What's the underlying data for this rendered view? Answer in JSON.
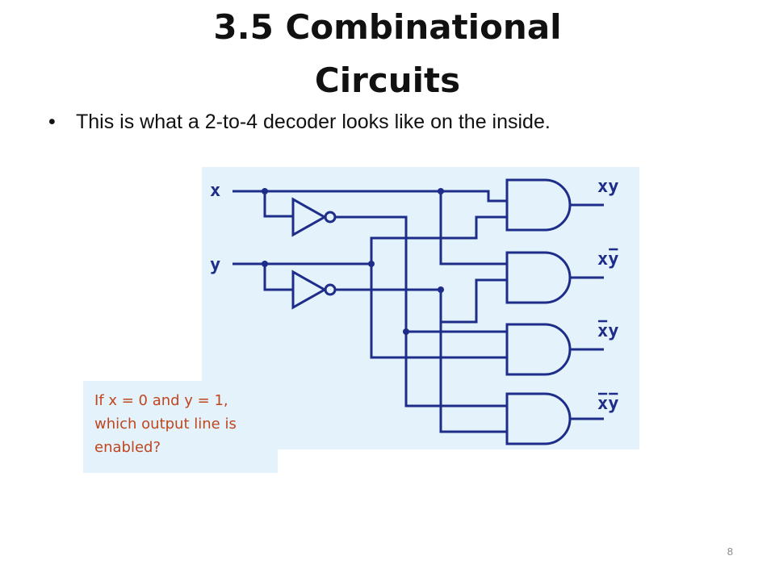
{
  "slide": {
    "title_line_1": "3.5 Combinational",
    "title_line_2": "Circuits",
    "bullet_marker": "•",
    "bullet_text": "This is what a 2-to-4 decoder looks like on the inside.",
    "page_number": "8"
  },
  "diagram": {
    "input_x_label": "x",
    "input_y_label": "y",
    "outputs": [
      {
        "text": "xy",
        "bar_x": false,
        "bar_y": false
      },
      {
        "text": "xy",
        "bar_x": false,
        "bar_y": true
      },
      {
        "text": "xy",
        "bar_x": true,
        "bar_y": false
      },
      {
        "text": "xy",
        "bar_x": true,
        "bar_y": true
      }
    ],
    "colors": {
      "panel": "#e4f2fb",
      "ink": "#1e2d8a"
    }
  },
  "callout": {
    "text": "If x = 0 and y = 1, which output line is enabled?",
    "color": "#c0461e"
  }
}
